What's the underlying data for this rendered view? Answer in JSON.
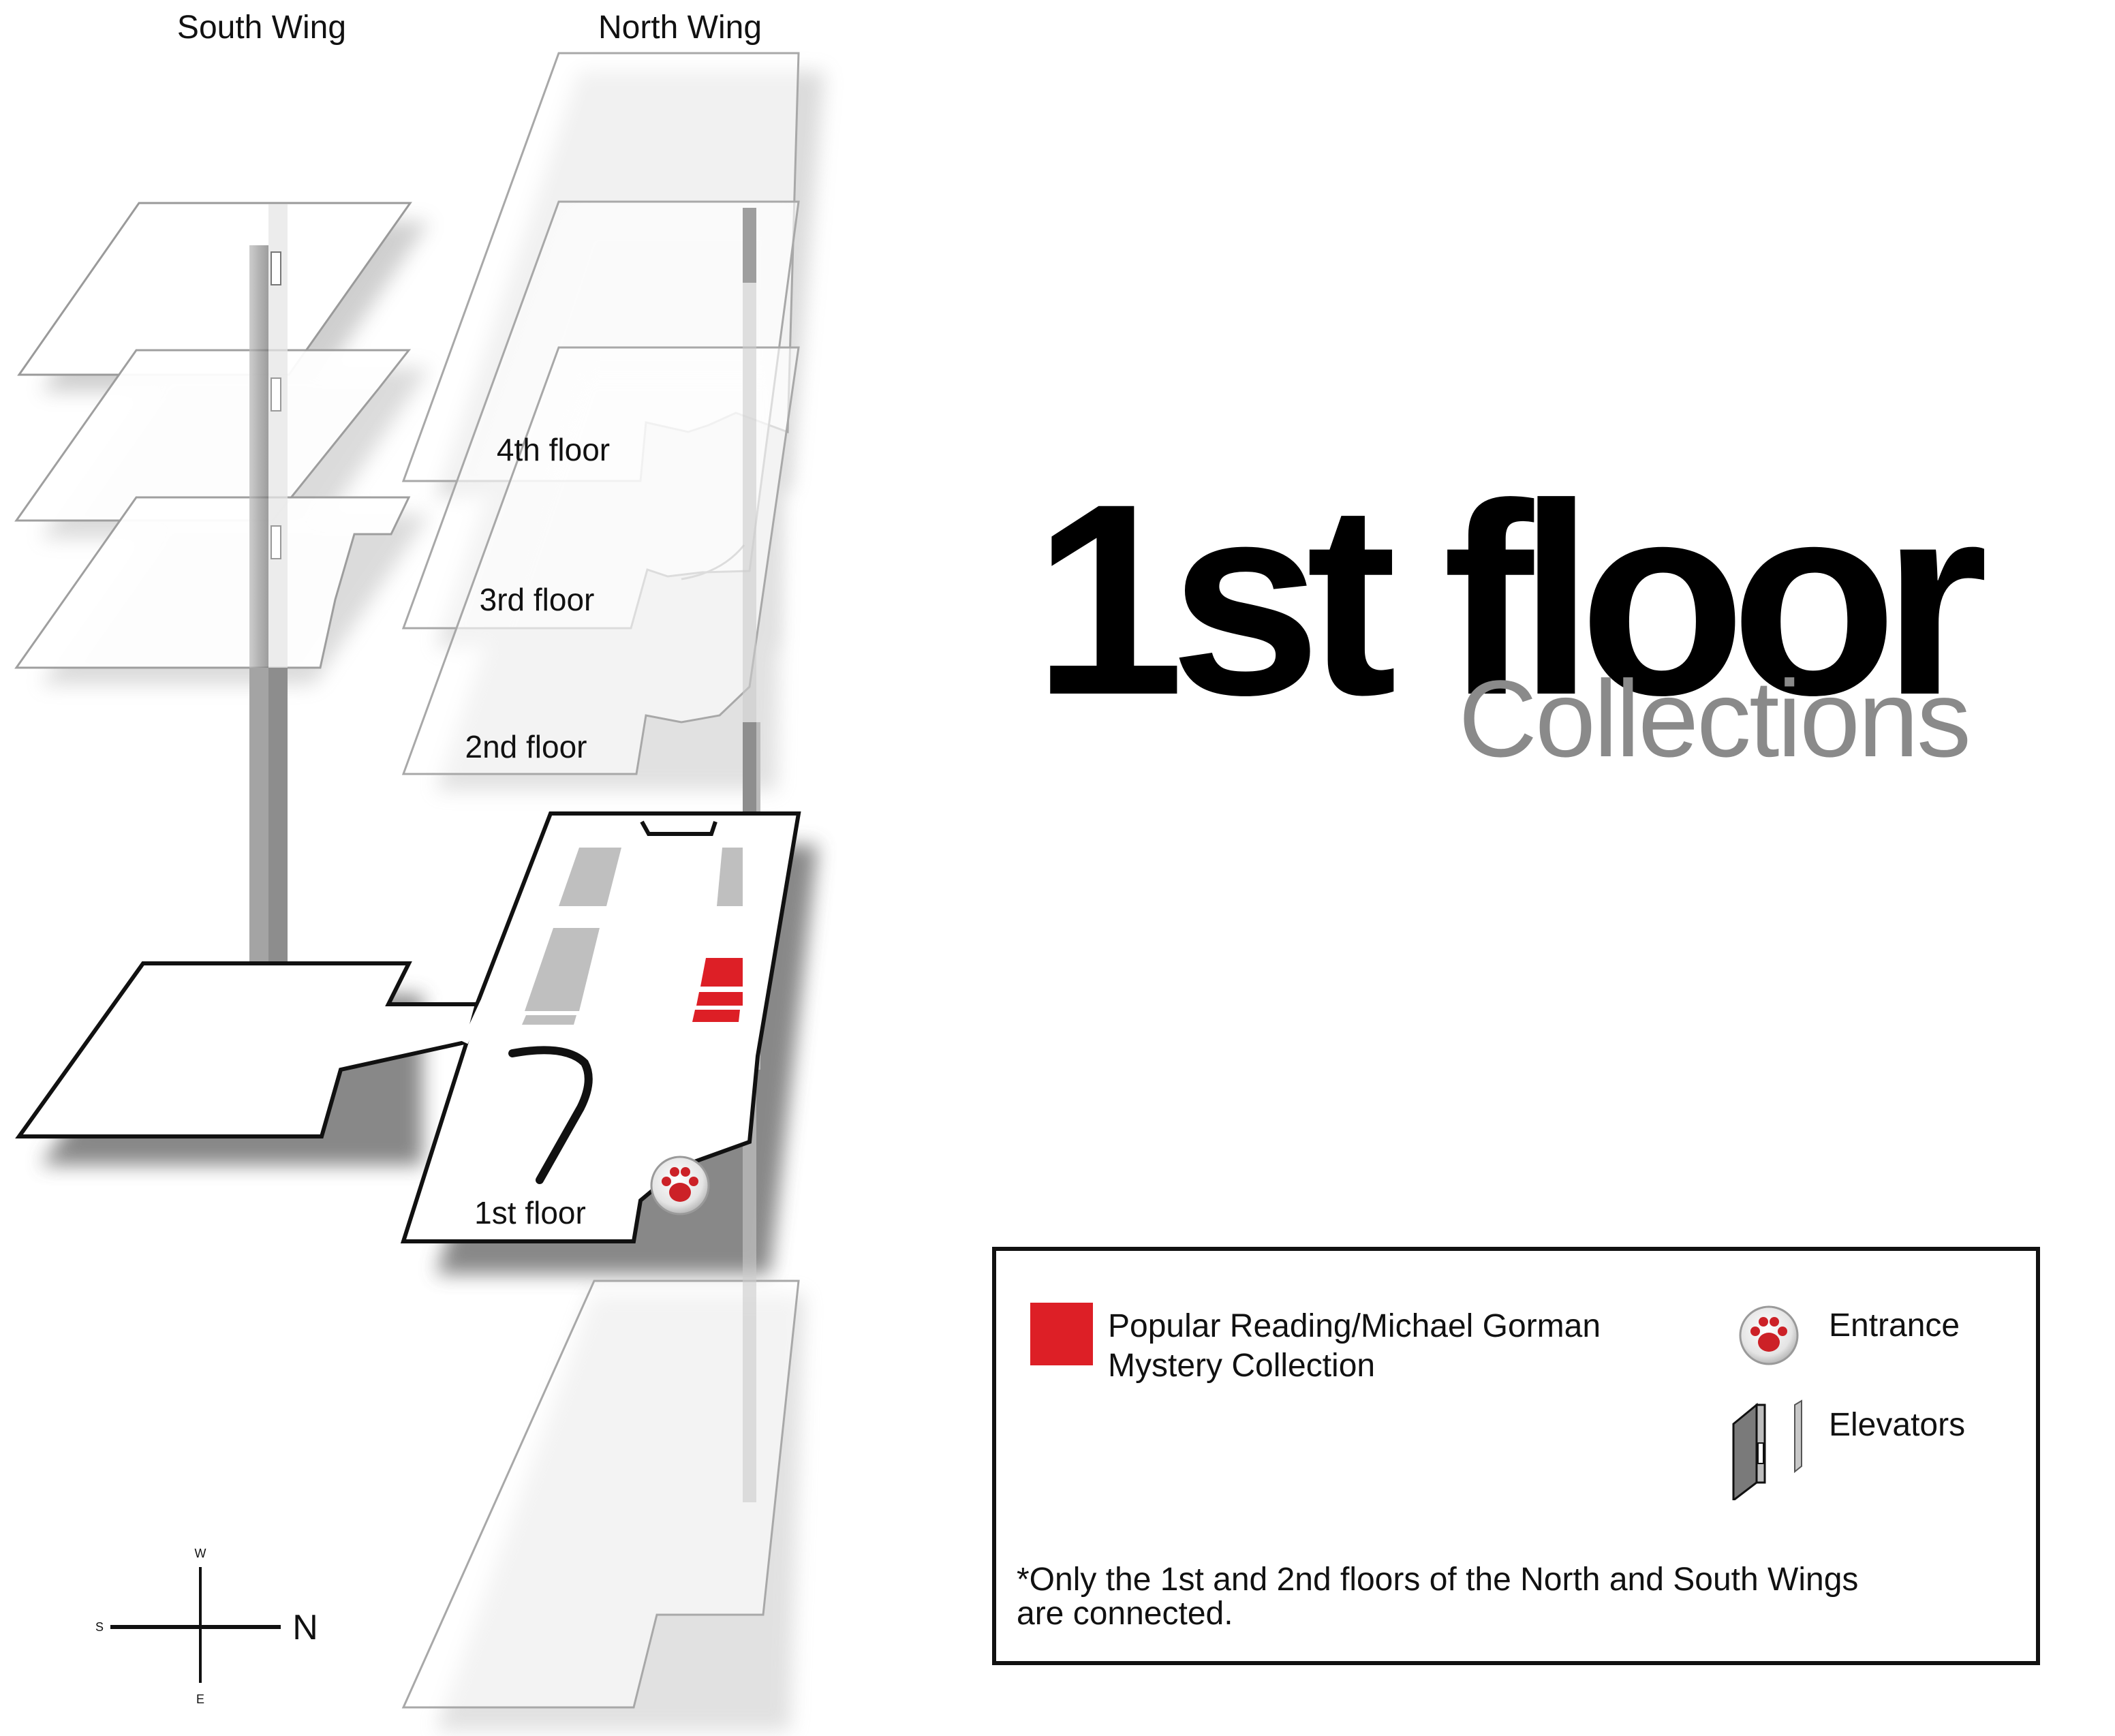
{
  "wings": {
    "south": "South Wing",
    "north": "North Wing"
  },
  "floors": {
    "fourth": "4th floor",
    "third": "3rd floor",
    "second": "2nd floor",
    "first": "1st floor"
  },
  "title": "1st floor",
  "subtitle": "Collections",
  "legend": {
    "popular": "Popular Reading/Michael Gorman Mystery Collection",
    "entrance": "Entrance",
    "elevators": "Elevators",
    "note": "*Only the 1st and 2nd floors of the North and South Wings\n are connected."
  },
  "compass": {
    "west": "W",
    "south": "S",
    "east": "E",
    "north": "N"
  },
  "icons": {
    "entrance": "paw-print-icon",
    "elevator": "elevator-icon"
  },
  "colors": {
    "highlight": "#dd1f26",
    "outline": "#111111",
    "ghost": "#a8a8a8",
    "subtitle": "#8a8a8a"
  }
}
